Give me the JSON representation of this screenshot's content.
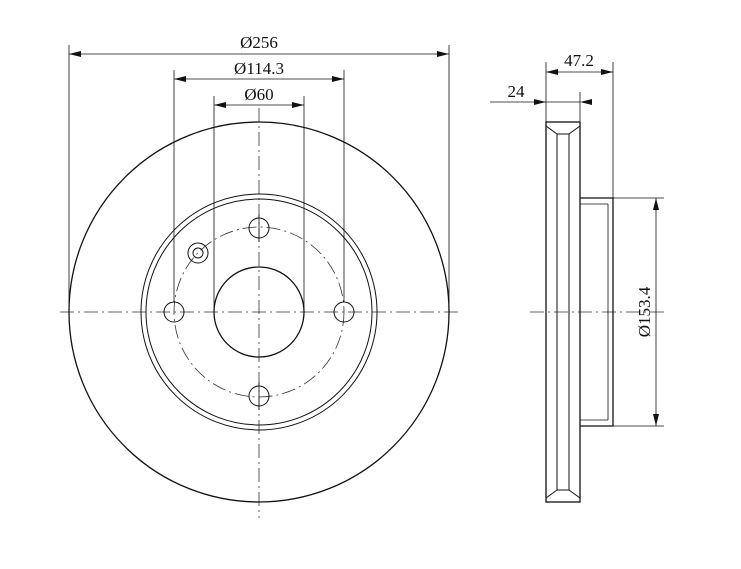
{
  "dimensions": {
    "outer_diameter": "Ø256",
    "bolt_circle": "Ø114.3",
    "center_bore": "Ø60",
    "hat_diameter": "Ø153.4",
    "total_height": "47.2",
    "disc_thickness": "24"
  }
}
